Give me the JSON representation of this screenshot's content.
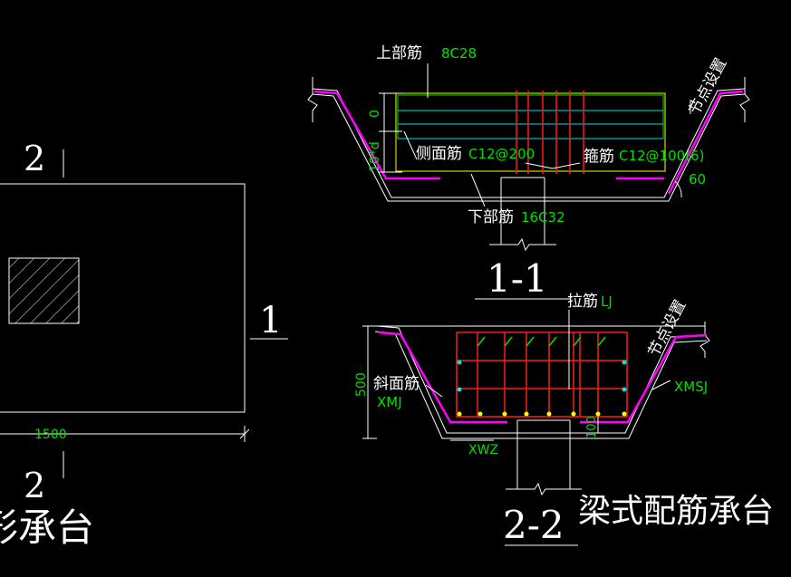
{
  "colors": {
    "white": "#ffffff",
    "green": "#00e000",
    "cyan": "#00e5e5",
    "yellow": "#ffff00",
    "red": "#ff1a1a",
    "magenta": "#ff00ff",
    "background": "#000000"
  },
  "left_view": {
    "label_top": "2",
    "label_bottom": "2",
    "label_right": "1",
    "width_dim": "1500",
    "title_partial": "形承台"
  },
  "section_1_1": {
    "title": "1-1",
    "top_bar_label": "上部筋",
    "top_bar_value": "8C28",
    "side_bar_label": "侧面筋",
    "side_bar_value": "C12@200",
    "stirrup_label": "箍筋",
    "stirrup_value": "C12@100(6)",
    "bottom_bar_label": "下部筋",
    "bottom_bar_value": "16C32",
    "node_note": "节点设置",
    "angle": "60",
    "dim_zero": "0",
    "dim_10d": "10*d"
  },
  "section_2_2": {
    "title": "2-2",
    "tie_label": "拉筋",
    "tie_value": "LJ",
    "slope_label": "斜面筋",
    "slope_value": "XMJ",
    "node_note": "节点设置",
    "xmsj": "XMSJ",
    "xwz": "XWZ",
    "height_dim": "500",
    "dim_100": "100"
  },
  "main_title": "梁式配筋承台"
}
